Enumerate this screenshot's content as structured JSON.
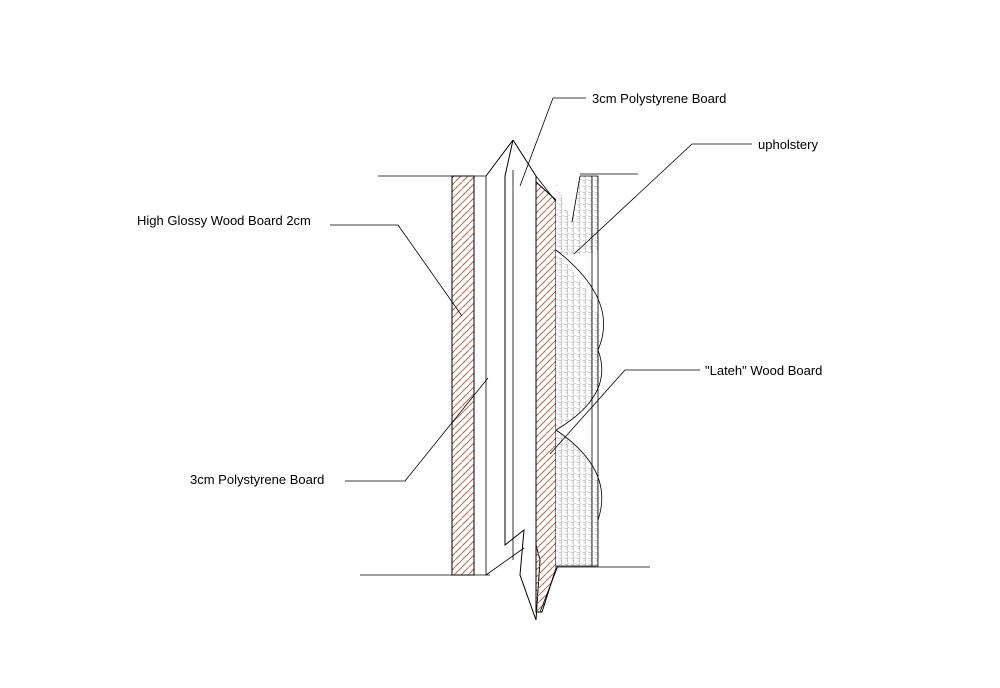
{
  "labels": {
    "polystyrene_top": "3cm Polystyrene Board",
    "upholstery": "upholstery",
    "glossy_wood": "High Glossy Wood Board 2cm",
    "lateh_wood": "\"Lateh\" Wood Board",
    "polystyrene_bottom": "3cm Polystyrene Board"
  },
  "colors": {
    "line": "#000000",
    "wood_hatch": "#b36a4d",
    "upholstery_pattern": "#9a9a9a"
  }
}
